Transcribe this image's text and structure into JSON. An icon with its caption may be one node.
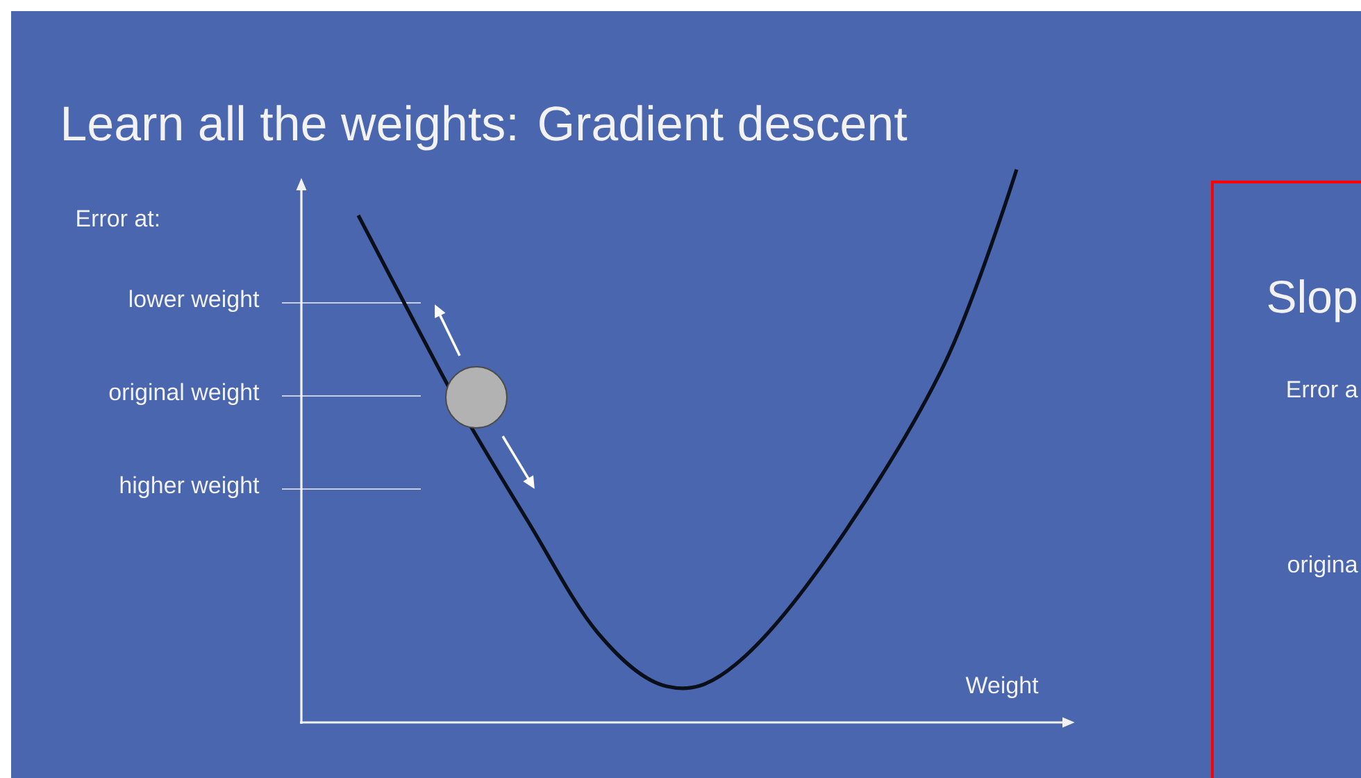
{
  "diagram": {
    "title": "Learn all the weights: Gradient descent",
    "nodes": [
      {
        "text": [
          "Slop",
          "Error a",
          "origina"
        ]
      }
    ],
    "labels": [
      "Error at:",
      "lower weight",
      "original weight",
      "higher weight",
      "Weight"
    ]
  }
}
